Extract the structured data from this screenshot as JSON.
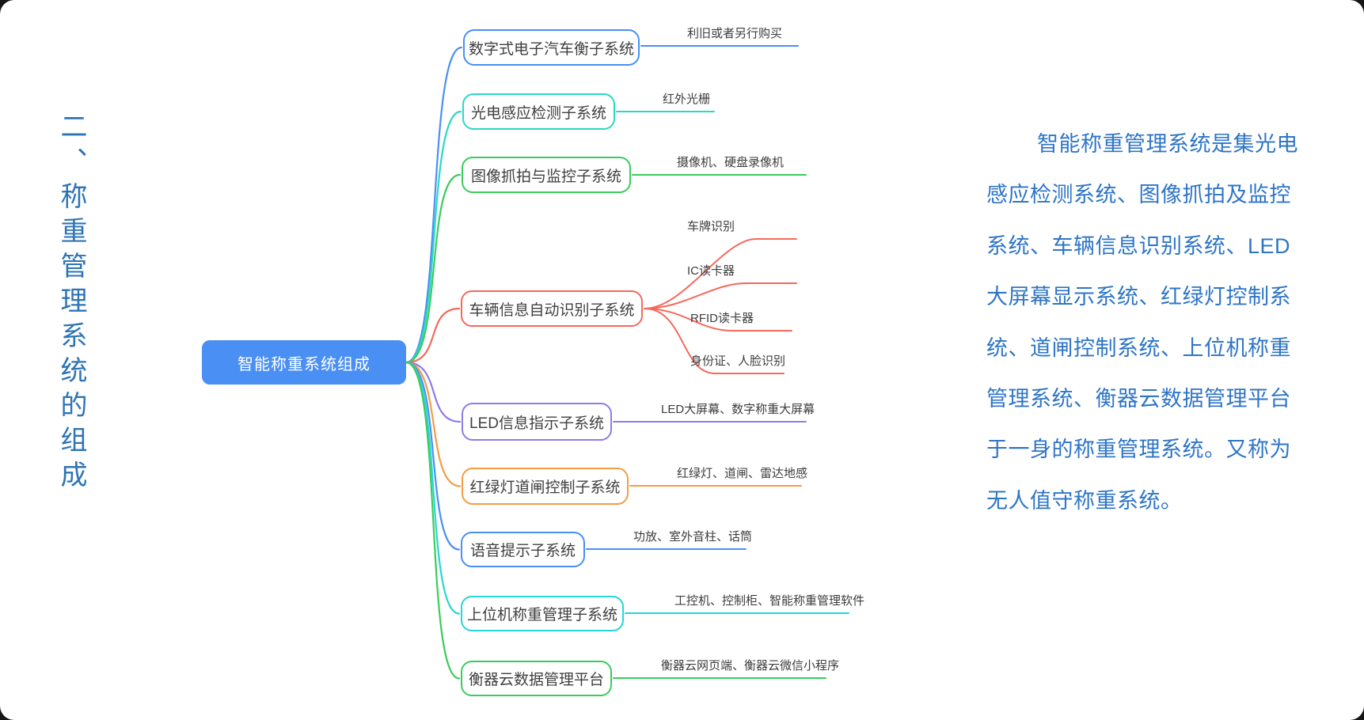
{
  "window": {
    "outer_bg": "#161616",
    "canvas_bg": "#ffffff"
  },
  "sidebar_title": {
    "text": "二、称重管理系统的组成",
    "color": "#2E74B5"
  },
  "root": {
    "label": "智能称重系统组成",
    "fill": "#4A8FF4",
    "text_color": "#ffffff"
  },
  "branches": [
    {
      "label": "数字式电子汽车衡子系统",
      "color": "#4A8FF4",
      "leaves": [
        "利旧或者另行购买"
      ]
    },
    {
      "label": "光电感应检测子系统",
      "color": "#2BD8C4",
      "leaves": [
        "红外光栅"
      ]
    },
    {
      "label": "图像抓拍与监控子系统",
      "color": "#3BCC5B",
      "leaves": [
        "摄像机、硬盘录像机"
      ]
    },
    {
      "label": "车辆信息自动识别子系统",
      "color": "#F4695C",
      "leaves": [
        "车牌识别",
        "IC读卡器",
        "RFID读卡器",
        "身份证、人脸识别"
      ]
    },
    {
      "label": "LED信息指示子系统",
      "color": "#8F7CE9",
      "leaves": [
        "LED大屏幕、数字称重大屏幕"
      ]
    },
    {
      "label": "红绿灯道闸控制子系统",
      "color": "#F59C44",
      "leaves": [
        "红绿灯、道闸、雷达地感"
      ]
    },
    {
      "label": "语音提示子系统",
      "color": "#4A8FF4",
      "leaves": [
        "功放、室外音柱、话筒"
      ]
    },
    {
      "label": "上位机称重管理子系统",
      "color": "#27D6D6",
      "leaves": [
        "工控机、控制柜、智能称重管理软件"
      ]
    },
    {
      "label": "衡器云数据管理平台",
      "color": "#3BCC5B",
      "leaves": [
        "衡器云网页端、衡器云微信小程序"
      ]
    }
  ],
  "description": {
    "color": "#2E75C6",
    "lines": [
      "智能称重管理系统是集光电",
      "感应检测系统、图像抓拍及监控",
      "系统、车辆信息识别系统、LED",
      "大屏幕显示系统、红绿灯控制系",
      "统、道闸控制系统、上位机称重",
      "管理系统、衡器云数据管理平台",
      "于一身的称重管理系统。又称为",
      "无人值守称重系统。"
    ]
  }
}
